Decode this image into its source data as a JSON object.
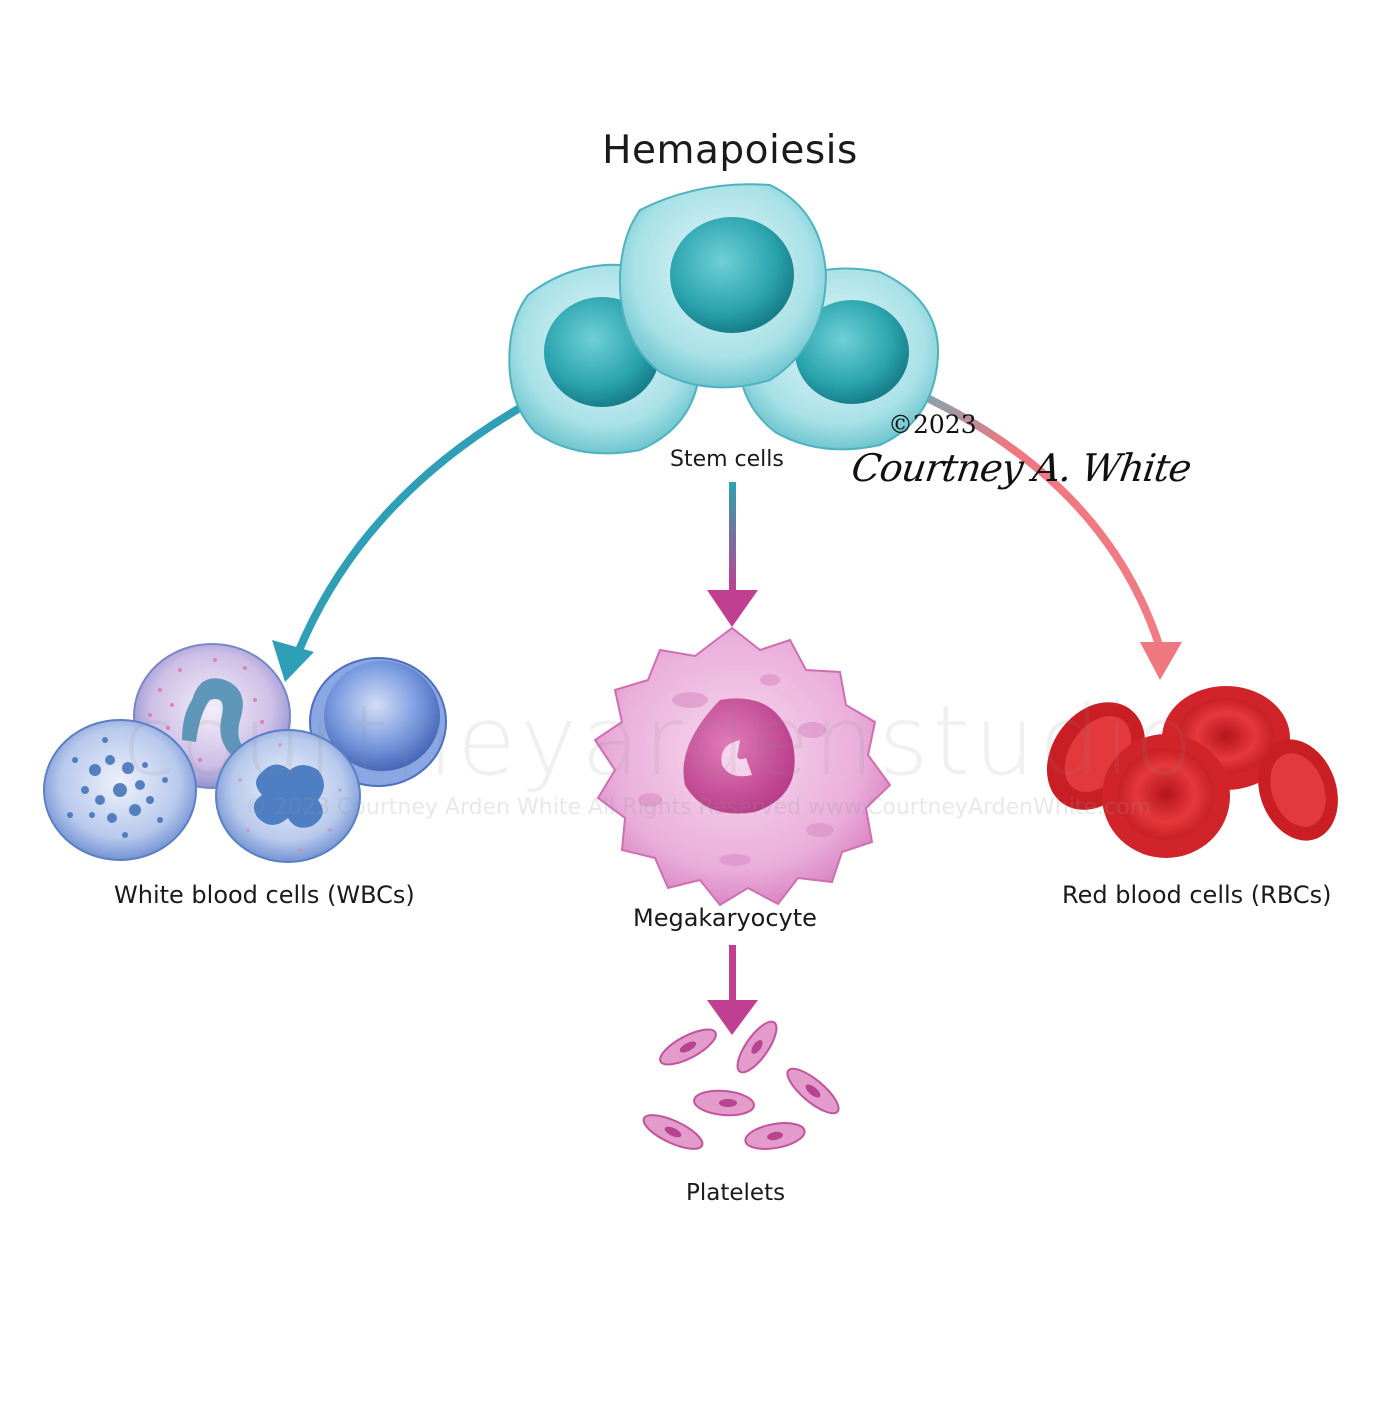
{
  "title": "Hemapoiesis",
  "labels": {
    "stem_cells": "Stem cells",
    "wbc": "White blood cells (WBCs)",
    "megakaryocyte": "Megakaryocyte",
    "rbc": "Red blood cells (RBCs)",
    "platelets": "Platelets"
  },
  "signature": {
    "year": "©2023",
    "name": "Courtney A. White"
  },
  "watermark": {
    "large": "courtneyardenstudio",
    "small": "© 2023 Courtney Arden White All Rights Reserved  www.CourtneyArdenWhite.com"
  },
  "colors": {
    "stem_cell": "#8fd6de",
    "stem_nucleus": "#2aa3ad",
    "wbc": "#6f95d6",
    "megakaryocyte": "#e9a6d6",
    "mega_nucleus": "#cc4d9c",
    "platelet": "#df8fc6",
    "rbc": "#e0262a",
    "arrow_left": "#2f9fb8",
    "arrow_center": "#c03f90",
    "arrow_right": "#ef7780"
  }
}
